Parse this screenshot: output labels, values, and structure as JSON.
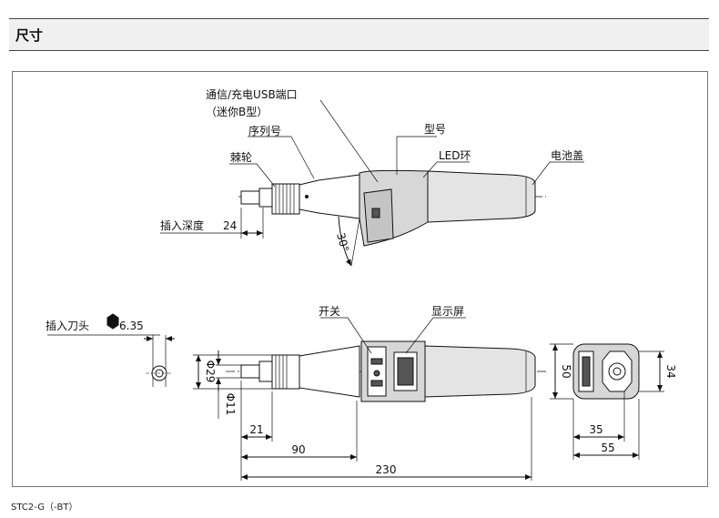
{
  "section_title": "尺寸",
  "footer": "STC2-G（-BT）",
  "side_view": {
    "label_usb_line1": "通信/充电USB端口",
    "label_usb_line2": "（迷你B型）",
    "label_serial": "序列号",
    "label_model": "型号",
    "label_led": "LED环",
    "label_battery_cover": "电池盖",
    "label_ratchet": "棘轮",
    "label_insert_depth": "插入深度",
    "value_insert_depth": "24",
    "value_angle": "30°"
  },
  "top_view": {
    "label_insert_bit": "插入刀头",
    "value_bit_size": "6.35",
    "label_switch": "开关",
    "label_display": "显示屏",
    "value_dia_29": "Φ29",
    "value_dia_11": "Φ11",
    "value_21": "21",
    "value_90": "90",
    "value_230": "230"
  },
  "end_view": {
    "value_50": "50",
    "value_34": "34",
    "value_35": "35",
    "value_55": "55"
  }
}
